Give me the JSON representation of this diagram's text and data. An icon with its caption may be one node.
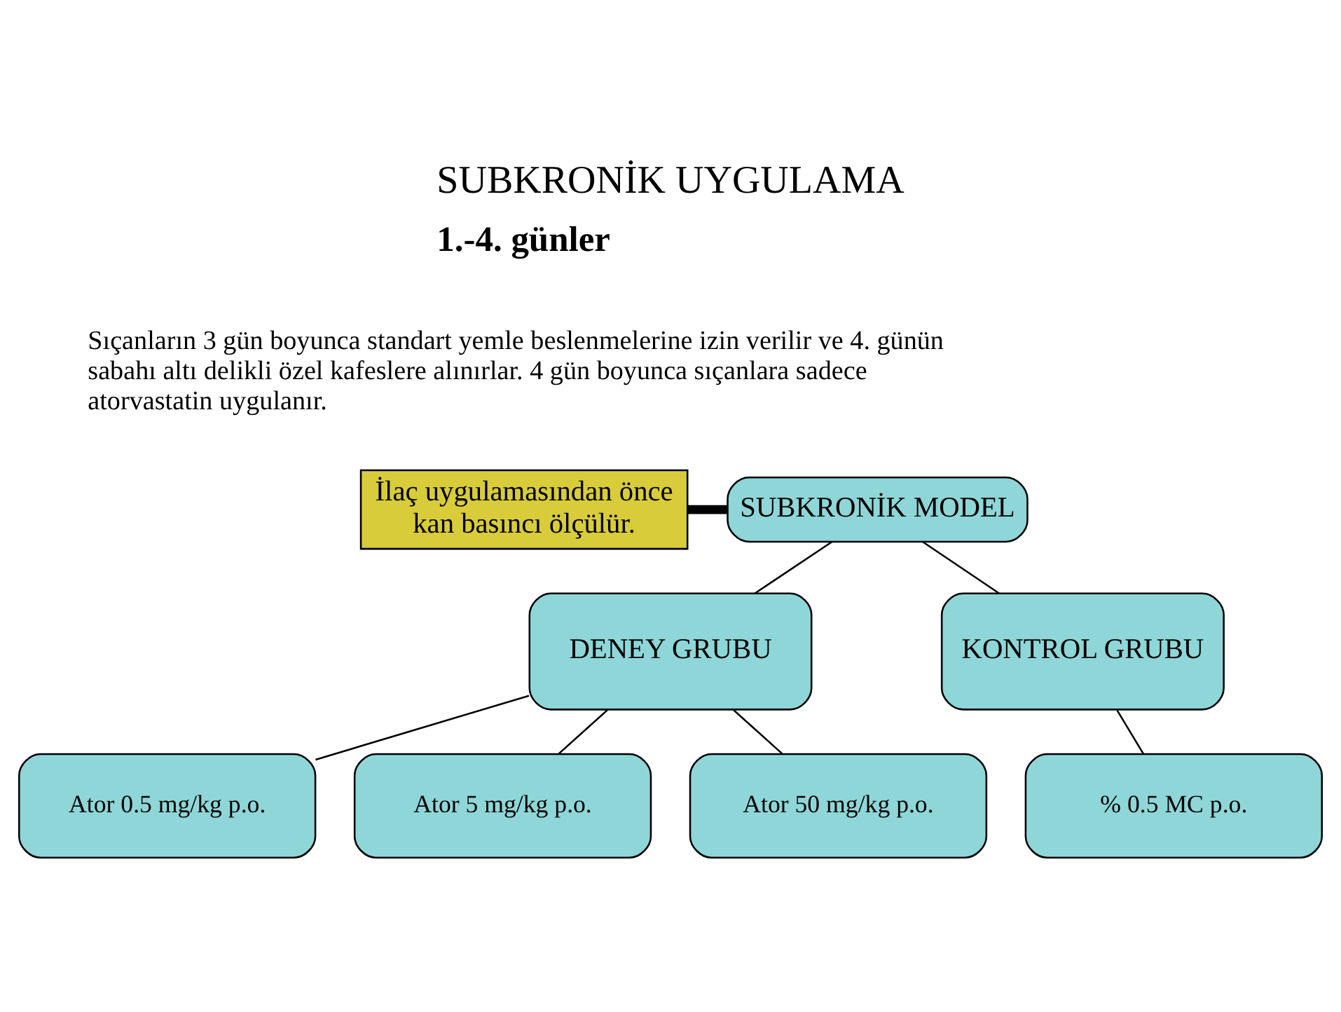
{
  "diagram": {
    "title": "SUBKRONİK UYGULAMA",
    "nodes": [
      {
        "text": [
          "İlaç uygulamasından önce kan basıncı ölçülür."
        ]
      },
      {
        "text": [
          "SUBKRONİK MODEL"
        ]
      },
      {
        "text": [
          "DENEY GRUBU"
        ]
      },
      {
        "text": [
          "KONTROL GRUBU"
        ]
      },
      {
        "text": [
          "Ator 0.5 mg/kg p.o."
        ]
      },
      {
        "text": [
          "Ator 5 mg/kg p.o."
        ]
      },
      {
        "text": [
          "Ator 50 mg/kg p.o."
        ]
      },
      {
        "text": [
          "% 0.5 MC p.o."
        ]
      }
    ],
    "edges": [
      {
        "from": 0,
        "to": 1,
        "arrow": "none",
        "style": "thick"
      },
      {
        "from": 1,
        "to": 2,
        "arrow": "none"
      },
      {
        "from": 1,
        "to": 3,
        "arrow": "none"
      },
      {
        "from": 2,
        "to": 4,
        "arrow": "none"
      },
      {
        "from": 2,
        "to": 5,
        "arrow": "none"
      },
      {
        "from": 2,
        "to": 6,
        "arrow": "none"
      },
      {
        "from": 3,
        "to": 7,
        "arrow": "none"
      }
    ],
    "labels": [
      "1.-4. günler",
      "Sıçanların 3 gün boyunca standart yemle beslenmelerine izin verilir ve 4. günün sabahı altı delikli özel kafeslere alınırlar. 4 gün boyunca sıçanlara sadece atorvastatin uygulanır."
    ]
  }
}
